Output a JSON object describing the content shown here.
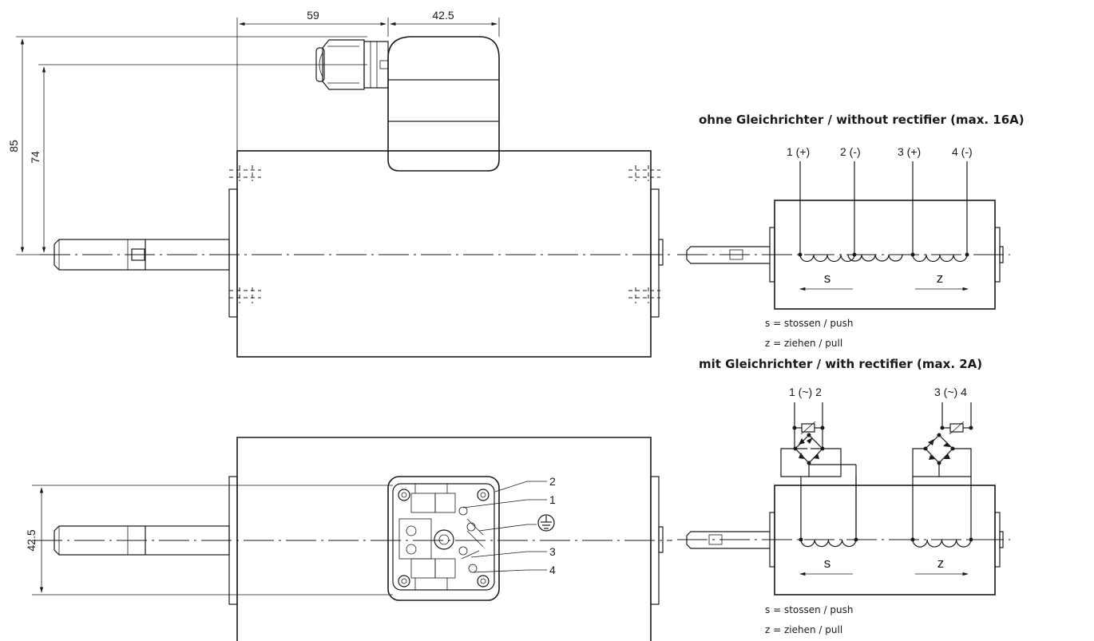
{
  "dimensions": {
    "top_width_1": "59",
    "top_width_2": "42.5",
    "height_85": "85",
    "height_74": "74",
    "bottom_height": "42.5"
  },
  "terminal_callouts": {
    "t2": "2",
    "t1": "1",
    "t3": "3",
    "t4": "4"
  },
  "schematic_without_rectifier": {
    "title": "ohne Gleichrichter / without rectifier (max. 16A)",
    "terminals": [
      "1 (+)",
      "2 (-)",
      "3 (+)",
      "4 (-)"
    ],
    "coil_push_label": "s",
    "coil_pull_label": "z",
    "legend_push": "s = stossen / push",
    "legend_pull": "z = ziehen / pull"
  },
  "schematic_with_rectifier": {
    "title": "mit Gleichrichter / with rectifier (max. 2A)",
    "terminals_left": "1 (~) 2",
    "terminals_right": "3 (~) 4",
    "coil_push_label": "s",
    "coil_pull_label": "z",
    "legend_push": "s = stossen / push",
    "legend_pull": "z = ziehen / pull"
  },
  "icons": {
    "ground": "ground-symbol-icon",
    "diode": "diode-icon",
    "varistor": "varistor-icon",
    "coil": "coil-icon"
  }
}
